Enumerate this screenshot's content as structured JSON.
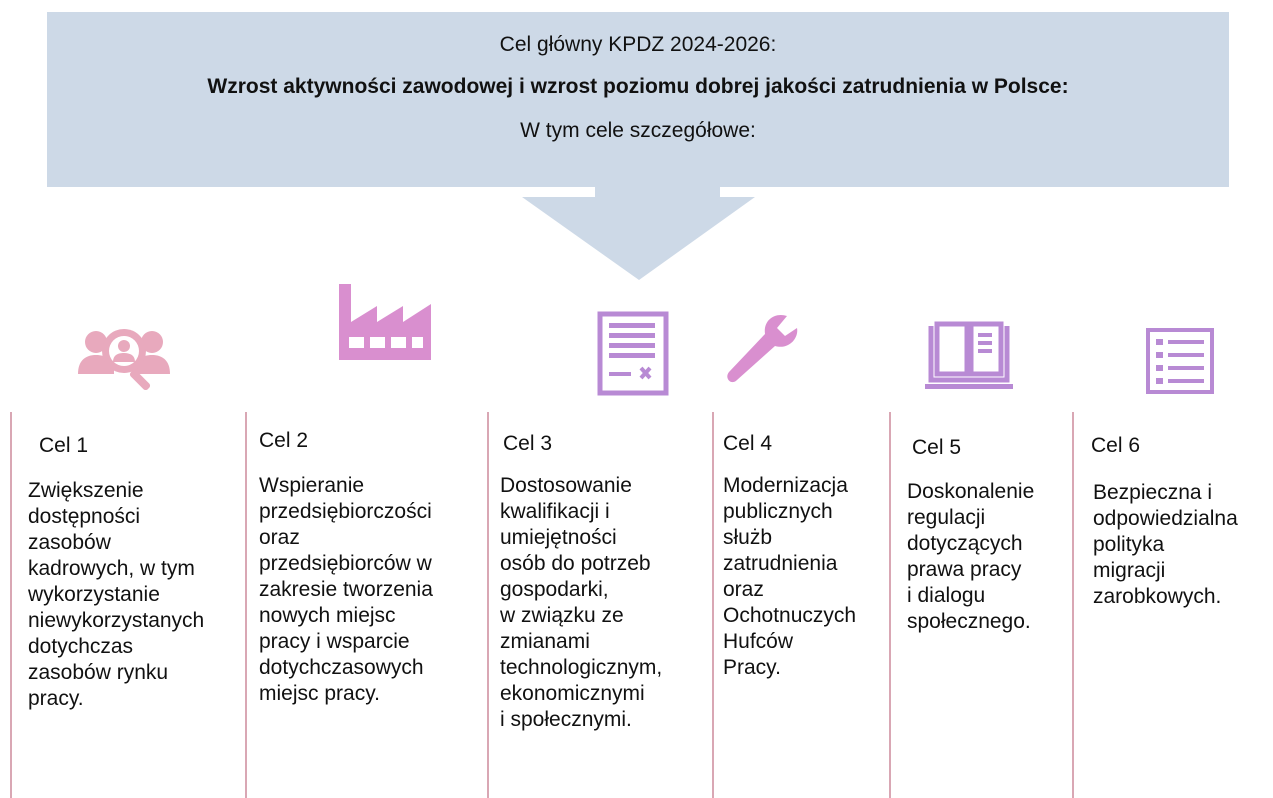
{
  "header": {
    "line1": "Cel główny KPDZ 2024-2026:",
    "line2": "Wzrost aktywności zawodowej i wzrost poziomu dobrej jakości zatrudnienia w Polsce:",
    "line3": "W tym cele szczegółowe:"
  },
  "colors": {
    "banner": "#cdd9e7",
    "icon_pink": "#e8a9bd",
    "icon_magenta": "#d98fcf",
    "icon_purple": "#b88ad4",
    "separator": "#d9a7b4"
  },
  "goals": [
    {
      "title": "Cel 1",
      "icon": "people-search-icon",
      "text": "Zwiększenie\ndostępności\nzasobów\nkadrowych, w tym\nwykorzystanie\nniewykorzystanych\ndotychczas\nzasobów rynku\npracy."
    },
    {
      "title": "Cel 2",
      "icon": "factory-icon",
      "text": "Wspieranie\nprzedsiębiorczości\noraz\nprzedsiębiorców w\nzakresie tworzenia\nnowych miejsc\npracy i wsparcie\ndotychczasowych\nmiejsc pracy."
    },
    {
      "title": "Cel 3",
      "icon": "document-icon",
      "text": "Dostosowanie\nkwalifikacji i\numiejętności\nosób do potrzeb\ngospodarki,\nw związku ze\nzmianami\ntechnologicznym,\nekonomicznymi\ni społecznymi."
    },
    {
      "title": "Cel 4",
      "icon": "wrench-icon",
      "text": "Modernizacja\npublicznych\nsłużb\nzatrudnienia\noraz\nOchotnuczych\nHufców\nPracy."
    },
    {
      "title": "Cel 5",
      "icon": "book-icon",
      "text": "Doskonalenie\nregulacji\ndotyczących\nprawa pracy\n i dialogu\nspołecznego."
    },
    {
      "title": "Cel 6",
      "icon": "checklist-icon",
      "text": "Bezpieczna i\nodpowiedzialna\npolityka\nmigracji\nzarobkowych."
    }
  ]
}
